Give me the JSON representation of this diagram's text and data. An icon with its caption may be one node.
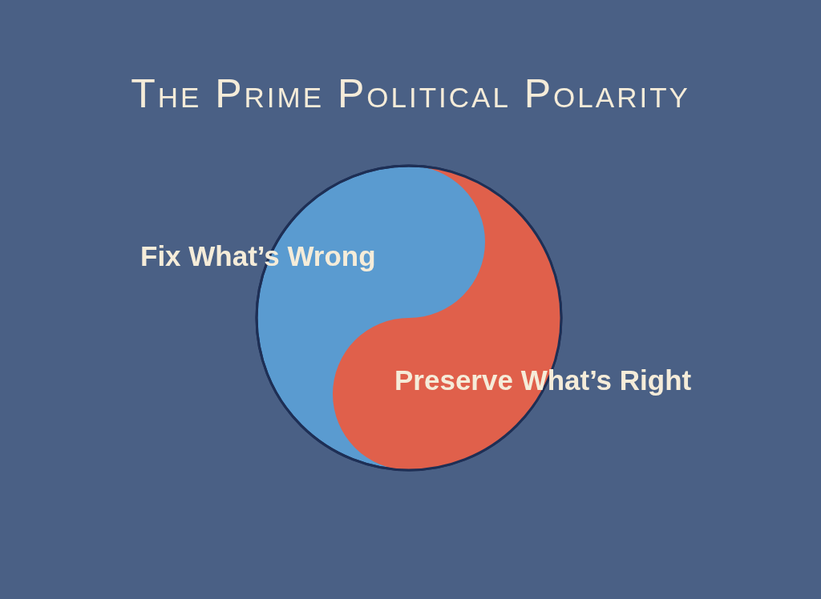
{
  "diagram": {
    "title": "The Prime Political Polarity",
    "nodes": [
      {
        "text": [
          "Fix What’s Wrong"
        ]
      },
      {
        "text": [
          "Preserve What’s Right"
        ]
      }
    ]
  }
}
